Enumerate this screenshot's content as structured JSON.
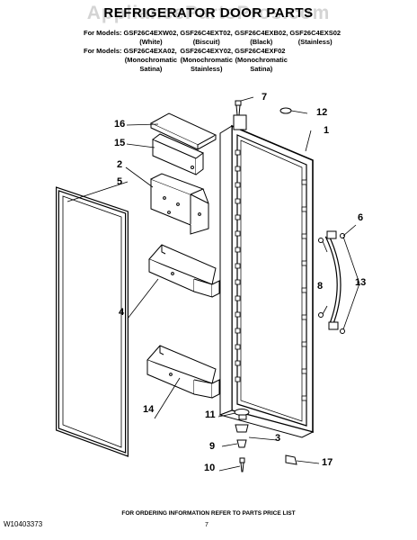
{
  "watermark": "AppliancePartsPros.com",
  "title": "REFRIGERATOR DOOR PARTS",
  "models": {
    "prefix": "For Models:",
    "row1": [
      "GSF26C4EXW02,",
      "GSF26C4EXT02,",
      "GSF26C4EXB02,",
      "GSF26C4EXS02"
    ],
    "row1_sub": [
      "(White)",
      "(Biscuit)",
      "(Black)",
      "(Stainless)"
    ],
    "row2": [
      "GSF26C4EXA02,",
      "GSF26C4EXY02,",
      "GSF26C4EXF02"
    ],
    "row2_sub": [
      "(Monochromatic",
      "(Monochromatic",
      "(Monochromatic"
    ],
    "row2_sub2": [
      "Satina)",
      "Stainless)",
      "Satina)"
    ]
  },
  "callouts": {
    "c1": "1",
    "c2": "2",
    "c3": "3",
    "c4": "4",
    "c5": "5",
    "c6": "6",
    "c7": "7",
    "c8": "8",
    "c9": "9",
    "c10": "10",
    "c11": "11",
    "c12": "12",
    "c13": "13",
    "c14": "14",
    "c15": "15",
    "c16": "16",
    "c17": "17"
  },
  "footer": "FOR ORDERING INFORMATION REFER TO PARTS PRICE LIST",
  "doc_number": "W10403373",
  "page_number": "7"
}
